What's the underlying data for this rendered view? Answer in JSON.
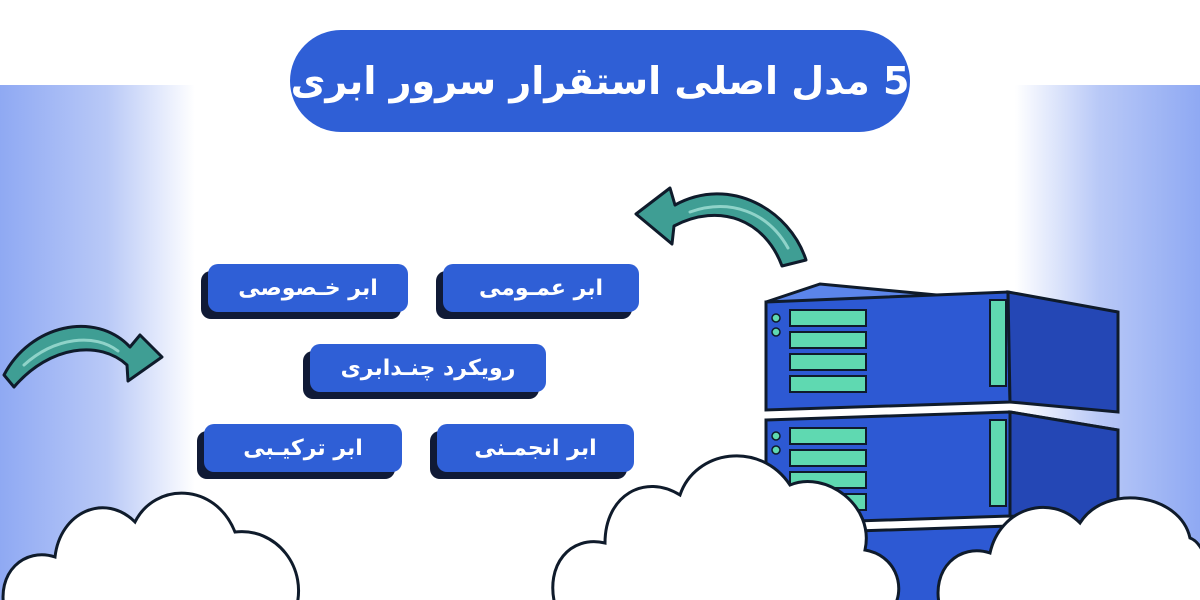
{
  "title": "5 مدل اصلی استقرار سرور ابری",
  "models": {
    "public_cloud": "ابر عمـومی",
    "private_cloud": "ابر خـصوصی",
    "multi_cloud": "رویکرد چنـدابری",
    "community_cloud": "ابر انجمـنی",
    "hybrid_cloud": "ابر ترکیـبی"
  },
  "colors": {
    "primary_blue": "#2f5fd6",
    "chip_shadow": "#101a36",
    "server_blue": "#2d59d3",
    "server_green": "#5fd9b1",
    "arrow_teal": "#3f9e94",
    "side_glow": "#8fa9f3"
  },
  "icons": [
    "curved-arrow-icon",
    "server-rack-icon",
    "cloud-icon"
  ]
}
